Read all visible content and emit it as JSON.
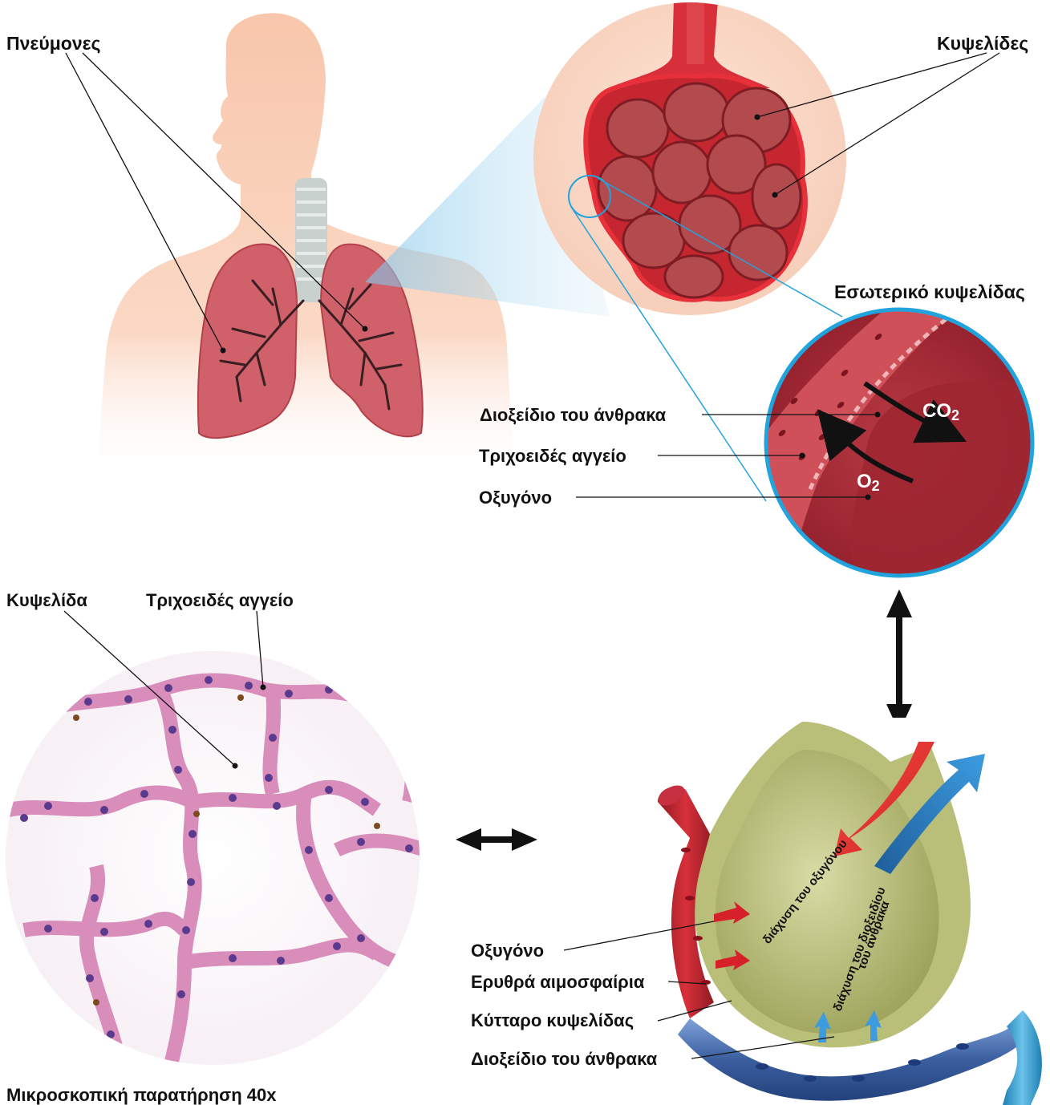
{
  "labels": {
    "lungs": "Πνεύμονες",
    "alveoli": "Κυψελίδες",
    "alveolus_interior": "Εσωτερικό κυψελίδας",
    "co2_top": "Διοξείδιο του άνθρακα",
    "capillary_top": "Τριχοειδές αγγείο",
    "oxygen_top": "Οξυγόνο",
    "alveolus": "Κυψελίδα",
    "capillary_micro": "Τριχοειδές αγγείο",
    "microscope_caption": "Μικροσκοπική παρατήρηση 40x",
    "oxygen_bottom": "Οξυγόνο",
    "red_blood_cells": "Ερυθρά αιμοσφαίρια",
    "alveolus_cell": "Κύτταρο κυψελίδας",
    "co2_bottom": "Διοξείδιο του άνθρακα"
  },
  "chemistry": {
    "co2_main": "CO",
    "co2_sub": "2",
    "o2_main": "O",
    "o2_sub": "2"
  },
  "diffusion": {
    "oxygen": "διάχυση του οξυγόνου",
    "co2_line1": "διάχυση του διοξειδίου",
    "co2_line2": "του άνθρακα"
  },
  "colors": {
    "skin": "#f9cdb4",
    "lung": "#c94c56",
    "alveolus_red": "#d8202a",
    "alveolus_wall": "#b8222a",
    "capillary_blue": "#1f8ccd",
    "interior_ring": "#21a3dd",
    "tissue_pink": "#d98dbb",
    "nuclei": "#5a3a8c",
    "sac_green": "#c4c98a",
    "venous_blue": "#4b6aa8",
    "arrow_red": "#d6202a",
    "arrow_blue": "#2f82c4"
  }
}
